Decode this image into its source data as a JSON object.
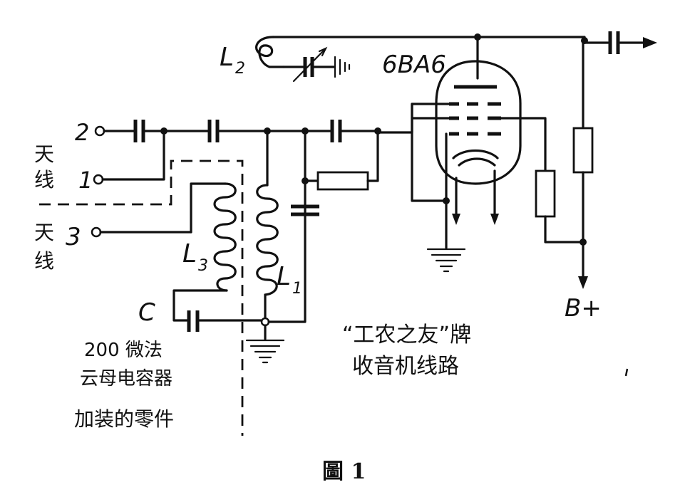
{
  "labels": {
    "l2": "L",
    "l2_sub": "2",
    "tube": "6BA6",
    "term2": "2",
    "term1": "1",
    "term3": "3",
    "antenna_a_1": "天",
    "antenna_a_2": "线",
    "antenna_b_1": "天",
    "antenna_b_2": "线",
    "l3": "L",
    "l3_sub": "3",
    "l1": "L",
    "l1_sub": "1",
    "c": "C",
    "cap_note_1": "200 微法",
    "cap_note_2": "云母电容器",
    "added_parts": "加装的零件",
    "title_1": "“工农之友”牌",
    "title_2": "收音机线路",
    "bplus": "B+",
    "figure": "圖 1"
  }
}
